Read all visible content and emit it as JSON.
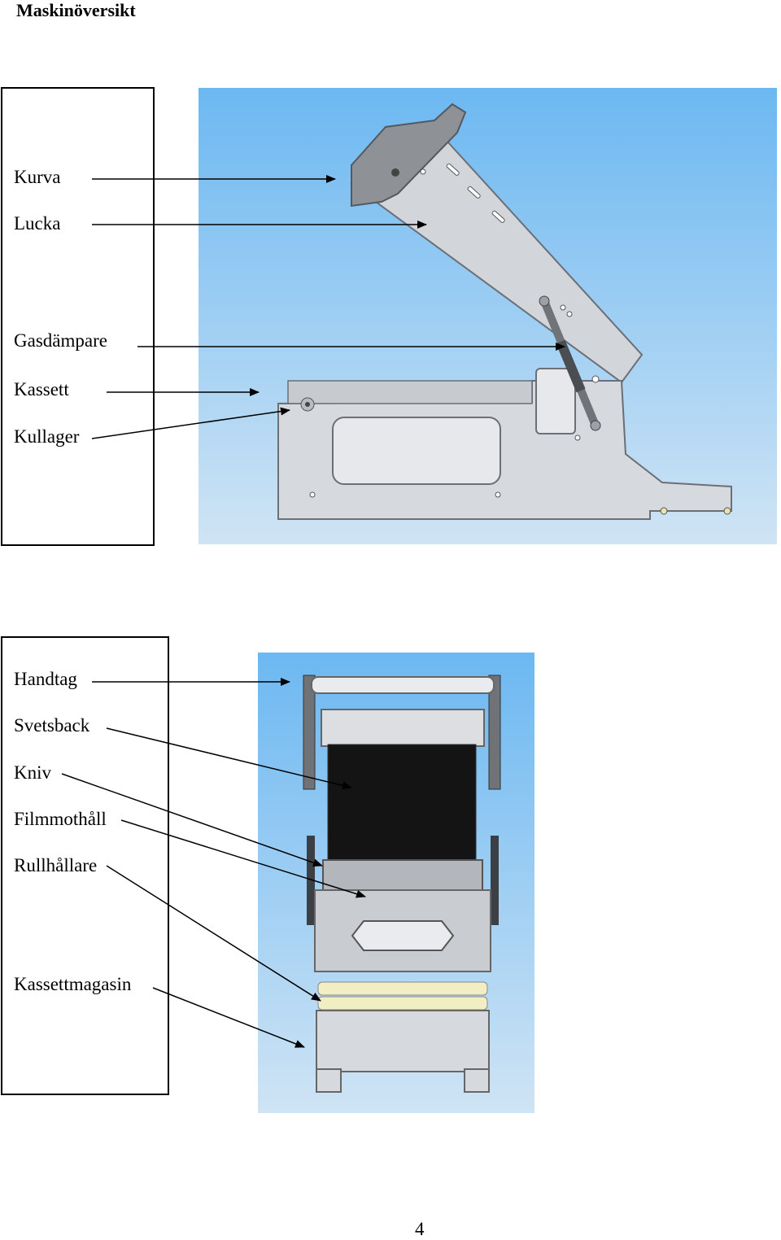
{
  "page": {
    "title": "Maskinöversikt",
    "page_number": "4"
  },
  "side_view": {
    "labels": {
      "kurva": "Kurva",
      "lucka": "Lucka",
      "gasdampare": "Gasdämpare",
      "kassett": "Kassett",
      "kullager": "Kullager"
    }
  },
  "front_view": {
    "labels": {
      "handtag": "Handtag",
      "svetsback": "Svetsback",
      "kniv": "Kniv",
      "filmmothall": "Filmmothåll",
      "rullhallare": "Rullhållare",
      "kassettmagasin": "Kassettmagasin"
    }
  }
}
